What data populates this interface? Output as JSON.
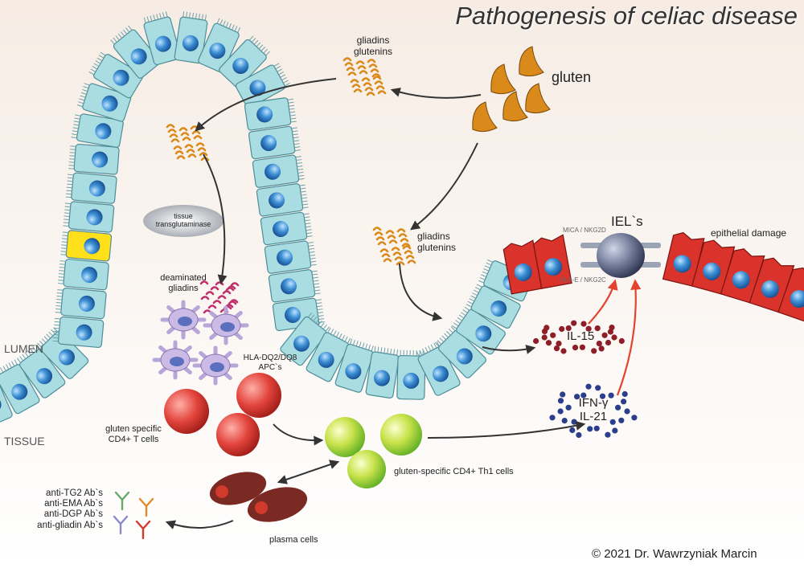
{
  "title": "Pathogenesis of celiac disease",
  "labels": {
    "gluten": "gluten",
    "gliadins_top": "gliadins\nglutenins",
    "gliadins_mid": "gliadins\nglutenins",
    "tissue_transglutaminase": "tissue\ntransglutaminase",
    "deaminated_gliadins": "deaminated\ngliadins",
    "hla_apc": "HLA-DQ2/DQ8\nAPC`s",
    "cd4_t_cells": "gluten specific\nCD4+ T cells",
    "th1_cells": "gluten-specific CD4+ Th1 cells",
    "plasma_cells": "plasma cells",
    "antibodies": "anti-TG2 Ab`s\nanti-EMA Ab`s\nanti-DGP Ab`s\nanti-gliadin Ab`s",
    "il15": "IL-15",
    "ifn_il21": "IFN-γ\nIL-21",
    "iels": "IEL`s",
    "mica": "MICA / NKG2D",
    "hla_e": "HLA-E / NKG2C",
    "epithelial_damage": "epithelial damage",
    "lumen": "LUMEN",
    "tissue": "TISSUE",
    "copyright": "© 2021 Dr. Wawrzyniak Marcin"
  },
  "colors": {
    "background_top": "#f6ece4",
    "background_bottom": "#ffffff",
    "epithelial_cell": "#a9dde2",
    "nucleus": "#3d8fd4",
    "damaged_cell": "#d9332b",
    "transglutaminase_cell": "#ffe01a",
    "gluten": "#d98a1a",
    "t_cell": "#e8544c",
    "th1_cell": "#b8dc3c",
    "plasma_cell": "#7a2a22",
    "il15": "#8e1e28",
    "ifn": "#2a3e8c"
  }
}
